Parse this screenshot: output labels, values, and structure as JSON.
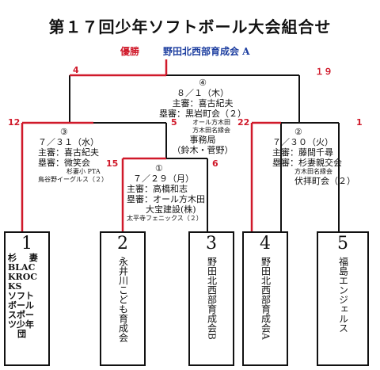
{
  "title": "第１７回少年ソフトボール大会組合せ",
  "winner": {
    "label": "優勝",
    "team": "野田北西部育成会 A"
  },
  "scores": {
    "final_left": "4",
    "final_right": "１９",
    "semi1_left": "12",
    "semi1_right": "5",
    "semi2_left": "22",
    "semi2_right": "1",
    "q1_left": "15",
    "q1_right": "6"
  },
  "matches": {
    "final": {
      "no": "④",
      "date": "８／１（木）",
      "umpire": "主審：喜古紀夫",
      "base": "塁審：黒岩町会（２）",
      "extra1": "オール方木田",
      "extra2": "方木田名縁会",
      "office": "事務局",
      "office_names": "（鈴木・菅野）"
    },
    "semi1": {
      "no": "③",
      "date": "７／３１（水）",
      "umpire": "主審：喜古紀夫",
      "base": "塁審：微笑会",
      "extra1": "杉妻小 PTA",
      "extra2": "鳥谷野イーグルス（２）"
    },
    "semi2": {
      "no": "②",
      "date": "７／３０（火）",
      "umpire": "主審：藤間千尋",
      "base": "塁審：杉妻親交会",
      "extra1": "方木田名縁会",
      "extra2": "伏拝町会（２）"
    },
    "q1": {
      "no": "①",
      "date": "７／２９（月）",
      "umpire": "主審：高橋和志",
      "base": "塁審：オール方木田",
      "extra1": "大宝建設(株)",
      "extra2": "太平寺フェニックス（２）"
    }
  },
  "teams": [
    {
      "no": "1",
      "name": "杉妻BLACKROCKSソフトボールスポーツ少年団"
    },
    {
      "no": "2",
      "name": "永井川こども育成会"
    },
    {
      "no": "3",
      "name": "野田北西部育成会B"
    },
    {
      "no": "4",
      "name": "野田北西部育成会A"
    },
    {
      "no": "5",
      "name": "福島エンジェルス"
    }
  ],
  "team1_columns": [
    "杉",
    "BLAC",
    "KROC",
    "KS",
    "ソフト",
    "ボール",
    "スポー",
    "ツ少年",
    "団"
  ]
}
